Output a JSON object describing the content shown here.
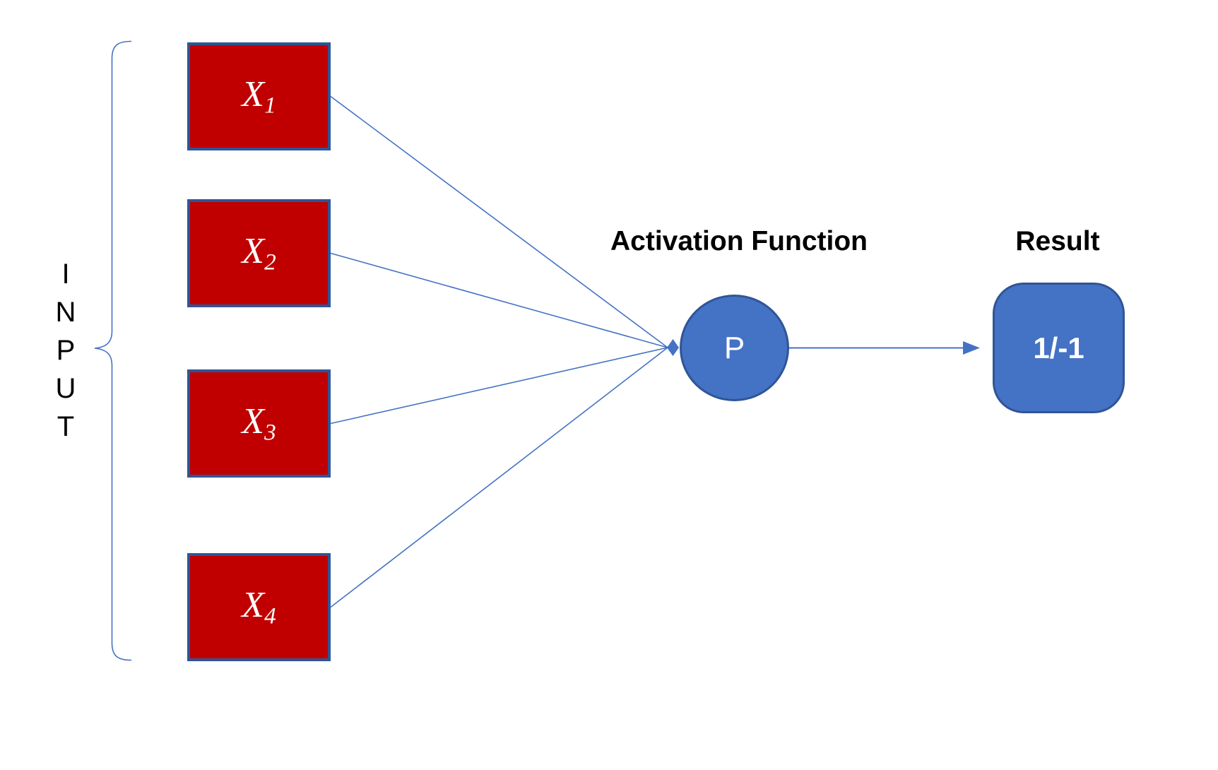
{
  "diagram": {
    "input_label": {
      "letters": [
        "I",
        "N",
        "P",
        "U",
        "T"
      ]
    },
    "inputs": [
      {
        "base": "X",
        "sub": "1"
      },
      {
        "base": "X",
        "sub": "2"
      },
      {
        "base": "X",
        "sub": "3"
      },
      {
        "base": "X",
        "sub": "4"
      }
    ],
    "activation": {
      "title": "Activation Function",
      "node_label": "P"
    },
    "result": {
      "title": "Result",
      "value": "1/-1"
    },
    "colors": {
      "input_box_fill": "#C00000",
      "input_box_border": "#2F5597",
      "node_fill": "#4472C4",
      "node_border": "#2F5597",
      "connector": "#4472C4",
      "label_text": "#000000",
      "shape_text": "#FFFFFF",
      "background": "#FFFFFF"
    }
  }
}
